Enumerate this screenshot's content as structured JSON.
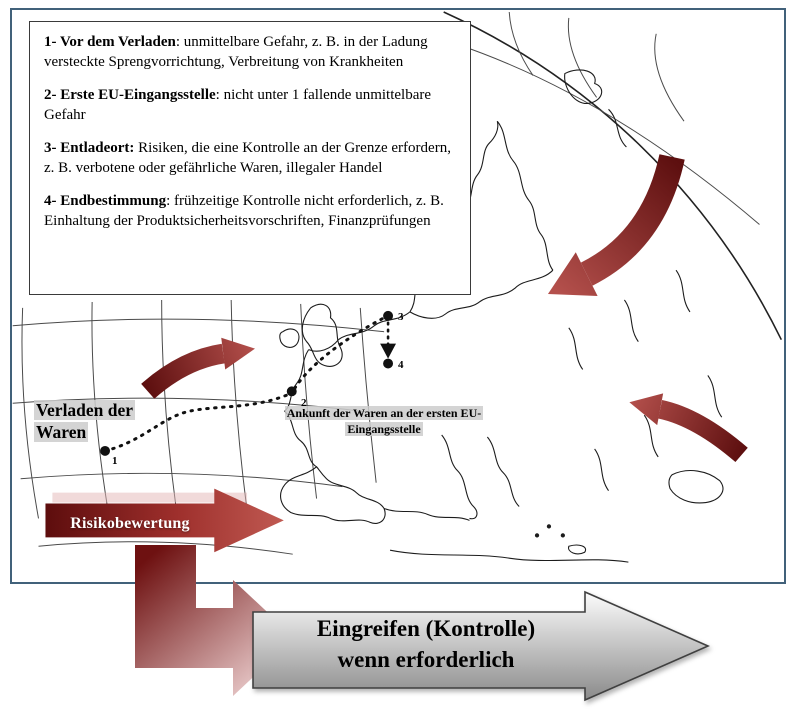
{
  "legend": {
    "items": [
      {
        "label": "1- Vor dem Verladen",
        "text": ": unmittelbare Gefahr, z. B. in der Ladung versteckte Sprengvorrichtung, Verbreitung von Krankheiten"
      },
      {
        "label": "2- Erste EU-Eingangsstelle",
        "text": ": nicht unter 1 fallende unmittelbare Gefahr"
      },
      {
        "label": "3- Entladeort:",
        "text": " Risiken, die eine Kontrolle an der Grenze erfordern, z. B. verbotene oder gefährliche Waren, illegaler Handel"
      },
      {
        "label": "4- Endbestimmung",
        "text": ": frühzeitige Kontrolle nicht erforderlich, z. B. Einhaltung der Produktsicherheitsvorschriften, Finanzprüfungen"
      }
    ]
  },
  "map": {
    "loading_label": "Verladen der Waren",
    "arrival_label": "Ankunft der Waren an der ersten EU-Eingangsstelle",
    "waypoints": [
      "1",
      "2",
      "3",
      "4"
    ]
  },
  "process": {
    "risk_label": "Risikobewertung",
    "intervention_line1": "Eingreifen (Kontrolle)",
    "intervention_line2": "wenn erforderlich"
  },
  "colors": {
    "frame_border": "#41617a",
    "risk_arrow_dark": "#5d0d0d",
    "risk_arrow_light": "#c05a52",
    "flow_arrow_light": "#f3d9d9",
    "intervention_fill_top": "#fcfcfc",
    "intervention_fill_bottom": "#8a8a8a",
    "route": "#111111"
  }
}
